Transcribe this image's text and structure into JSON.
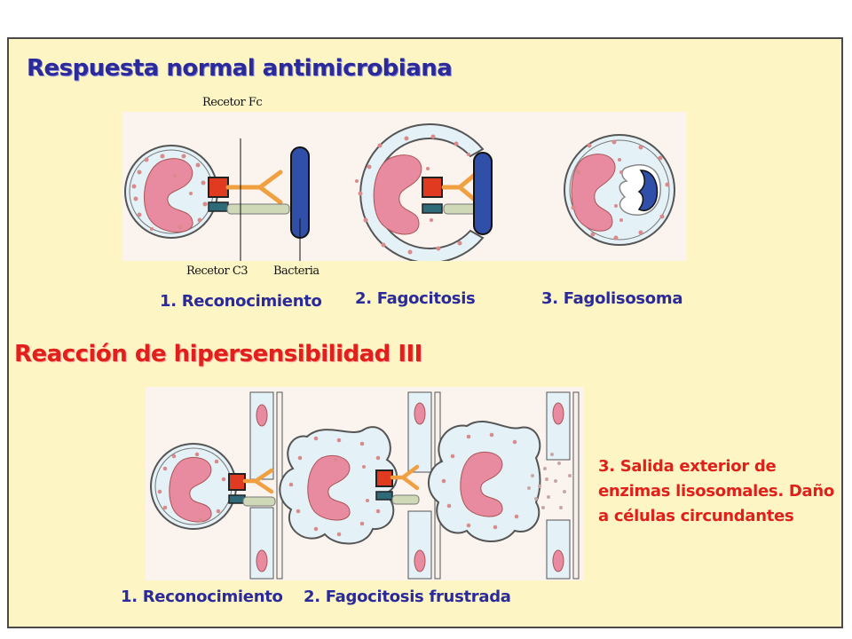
{
  "top": {
    "title": "Respuesta normal antimicrobiana",
    "labels": {
      "receptor_fc": "Recetor Fc",
      "receptor_c3": "Recetor C3",
      "bacteria": "Bacteria"
    },
    "steps": [
      "1. Reconocimiento",
      "2. Fagocitosis",
      "3. Fagolisosoma"
    ]
  },
  "bottom": {
    "title": "Reacción de hipersensibilidad III",
    "steps": [
      "1. Reconocimiento",
      "2. Fagocitosis frustrada"
    ],
    "damage_text": "3. Salida exterior de enzimas lisosomales. Daño a células circundantes"
  },
  "colors": {
    "background": "#fdf6c4",
    "title_blue": "#2b2a9a",
    "title_red": "#e0201a",
    "nucleus": "#e88aa0",
    "cell": "#e4f1f6",
    "bacteria": "#2f4fa8",
    "receptor_fc": "#e03a20",
    "antibody": "#f0a040"
  }
}
